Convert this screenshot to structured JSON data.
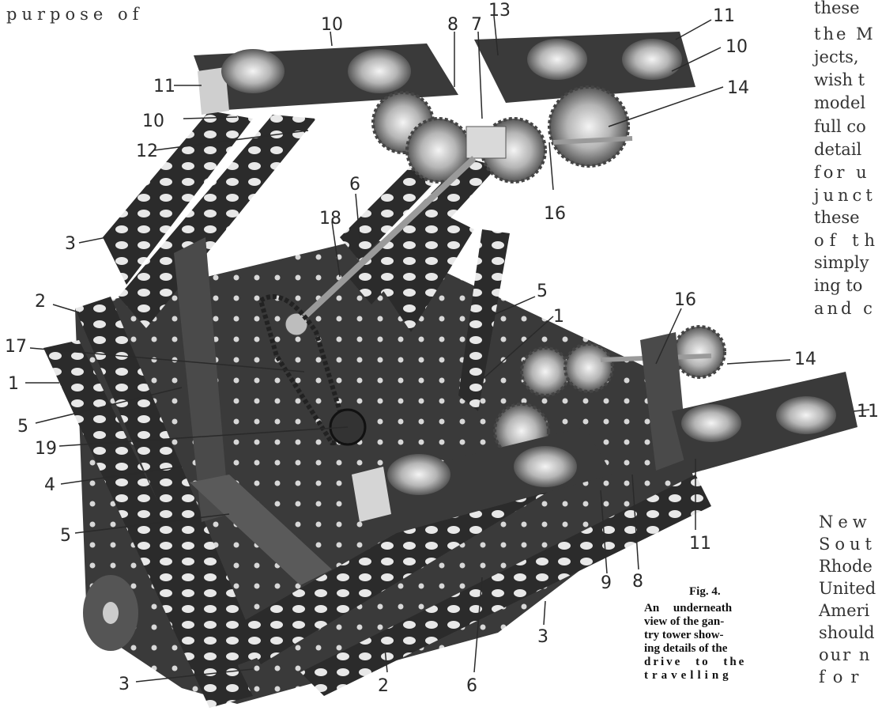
{
  "top_left_text": "purpose of",
  "right_column_top": [
    "these",
    "the M",
    "jects,",
    "wish t",
    "model",
    "full co",
    "detail",
    "for u",
    "junct",
    "these",
    "of th",
    "simply",
    "ing to",
    "and c"
  ],
  "right_column_bottom": [
    "New",
    "Sout",
    "Rhode",
    "United",
    "Ameri",
    "should",
    "our n",
    "for"
  ],
  "caption": {
    "fig_label": "Fig. 4.",
    "lines": [
      "An underneath",
      "view of the gan-",
      "try tower show-",
      "ing details of the",
      "drive to the",
      "travelling"
    ]
  },
  "callouts": [
    "10",
    "8",
    "7",
    "13",
    "11",
    "10",
    "14",
    "11",
    "10",
    "12",
    "6",
    "16",
    "18",
    "3",
    "2",
    "5",
    "1",
    "16",
    "14",
    "17",
    "1",
    "11",
    "5",
    "19",
    "4",
    "5",
    "11",
    "8",
    "9",
    "3",
    "3",
    "2",
    "6"
  ],
  "colors": {
    "metal_dark": "#2b2b2b",
    "metal_mid": "#555555",
    "hole": "#f2f2f2",
    "brass": "#9a9a9a",
    "paper": "#ffffff"
  }
}
